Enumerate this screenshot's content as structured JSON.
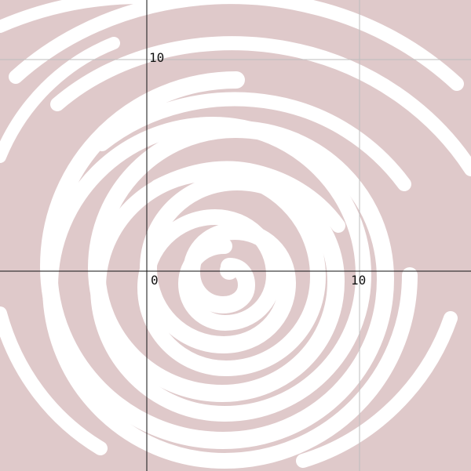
{
  "plot": {
    "fill_color": "#dfc9ca",
    "background_color": "#ffffff",
    "axis_color": "#111111",
    "grid_color": "#bdbdbd",
    "labels": {
      "origin": "0",
      "x_tick": "10",
      "y_tick": "10"
    }
  }
}
